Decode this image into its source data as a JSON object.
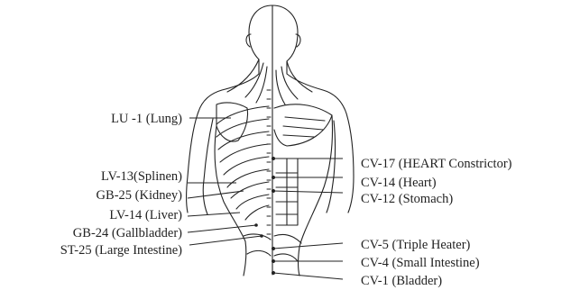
{
  "diagram": {
    "points_left": [
      {
        "id": "lu-1",
        "label": "LU -1 (Lung)"
      },
      {
        "id": "lv-13",
        "label": "LV-13(Splinen)"
      },
      {
        "id": "gb-25",
        "label": "GB-25 (Kidney)"
      },
      {
        "id": "lv-14",
        "label": "LV-14 (Liver)"
      },
      {
        "id": "gb-24",
        "label": "GB-24 (Gallbladder)"
      },
      {
        "id": "st-25",
        "label": "ST-25 (Large Intestine)"
      }
    ],
    "points_right": [
      {
        "id": "cv-17",
        "label": "CV-17 (HEART Constrictor)"
      },
      {
        "id": "cv-14",
        "label": "CV-14 (Heart)"
      },
      {
        "id": "cv-12",
        "label": "CV-12 (Stomach)"
      },
      {
        "id": "cv-5",
        "label": "CV-5 (Triple Heater)"
      },
      {
        "id": "cv-4",
        "label": "CV-4 (Small Intestine)"
      },
      {
        "id": "cv-1",
        "label": "CV-1 (Bladder)"
      }
    ]
  },
  "colors": {
    "ink": "#222222",
    "background": "#ffffff"
  }
}
